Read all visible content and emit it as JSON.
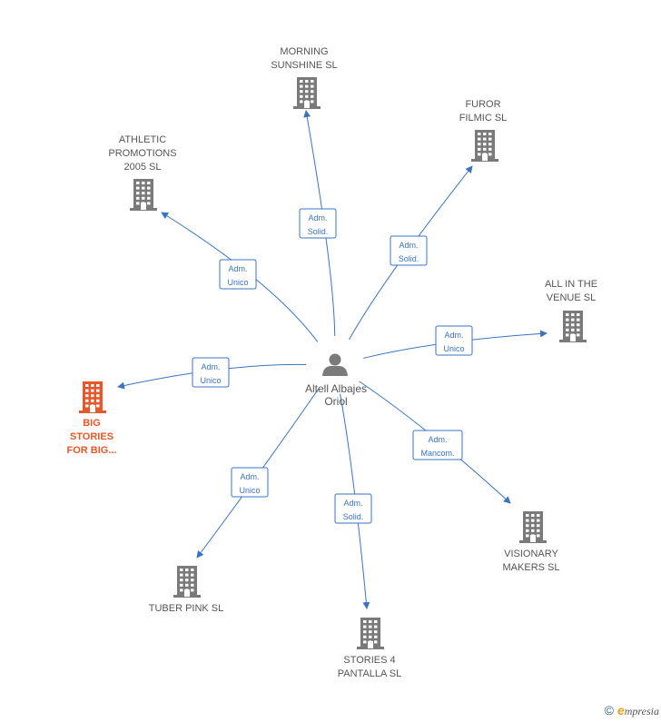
{
  "center": {
    "label_lines": [
      "Altell Albajes",
      "Oriol"
    ],
    "icon": "person-icon"
  },
  "companies": [
    {
      "id": "morning-sunshine",
      "label_lines": [
        "MORNING",
        "SUNSHINE  SL"
      ],
      "icon": "building-icon",
      "color": "#7a7a7a"
    },
    {
      "id": "furor-filmic",
      "label_lines": [
        "FUROR",
        "FILMIC  SL"
      ],
      "icon": "building-icon",
      "color": "#7a7a7a"
    },
    {
      "id": "athletic-promotions",
      "label_lines": [
        "ATHLETIC",
        "PROMOTIONS",
        "2005 SL"
      ],
      "icon": "building-icon",
      "color": "#7a7a7a"
    },
    {
      "id": "all-in-the-venue",
      "label_lines": [
        "ALL IN THE",
        "VENUE  SL"
      ],
      "icon": "building-icon",
      "color": "#7a7a7a"
    },
    {
      "id": "big-stories",
      "label_lines": [
        "BIG",
        "STORIES",
        "FOR BIG..."
      ],
      "icon": "building-icon",
      "color": "#e8572a",
      "highlight": true
    },
    {
      "id": "visionary-makers",
      "label_lines": [
        "VISIONARY",
        "MAKERS SL"
      ],
      "icon": "building-icon",
      "color": "#7a7a7a"
    },
    {
      "id": "tuber-pink",
      "label_lines": [
        "TUBER PINK  SL"
      ],
      "icon": "building-icon",
      "color": "#7a7a7a"
    },
    {
      "id": "stories-4-pantalla",
      "label_lines": [
        "STORIES 4",
        "PANTALLA  SL"
      ],
      "icon": "building-icon",
      "color": "#7a7a7a"
    }
  ],
  "relations": [
    {
      "to": "morning-sunshine",
      "label_lines": [
        "Adm.",
        "Solid."
      ]
    },
    {
      "to": "furor-filmic",
      "label_lines": [
        "Adm.",
        "Solid."
      ]
    },
    {
      "to": "athletic-promotions",
      "label_lines": [
        "Adm.",
        "Unico"
      ]
    },
    {
      "to": "all-in-the-venue",
      "label_lines": [
        "Adm.",
        "Unico"
      ]
    },
    {
      "to": "big-stories",
      "label_lines": [
        "Adm.",
        "Unico"
      ]
    },
    {
      "to": "visionary-makers",
      "label_lines": [
        "Adm.",
        "Mancom."
      ]
    },
    {
      "to": "tuber-pink",
      "label_lines": [
        "Adm.",
        "Unico"
      ]
    },
    {
      "to": "stories-4-pantalla",
      "label_lines": [
        "Adm.",
        "Solid."
      ]
    }
  ],
  "colors": {
    "edge": "#3a73c4",
    "node": "#7a7a7a",
    "highlight": "#e8572a"
  },
  "footer": {
    "copyright": "©",
    "brand_e": "e",
    "brand_rest": "mpresia"
  }
}
